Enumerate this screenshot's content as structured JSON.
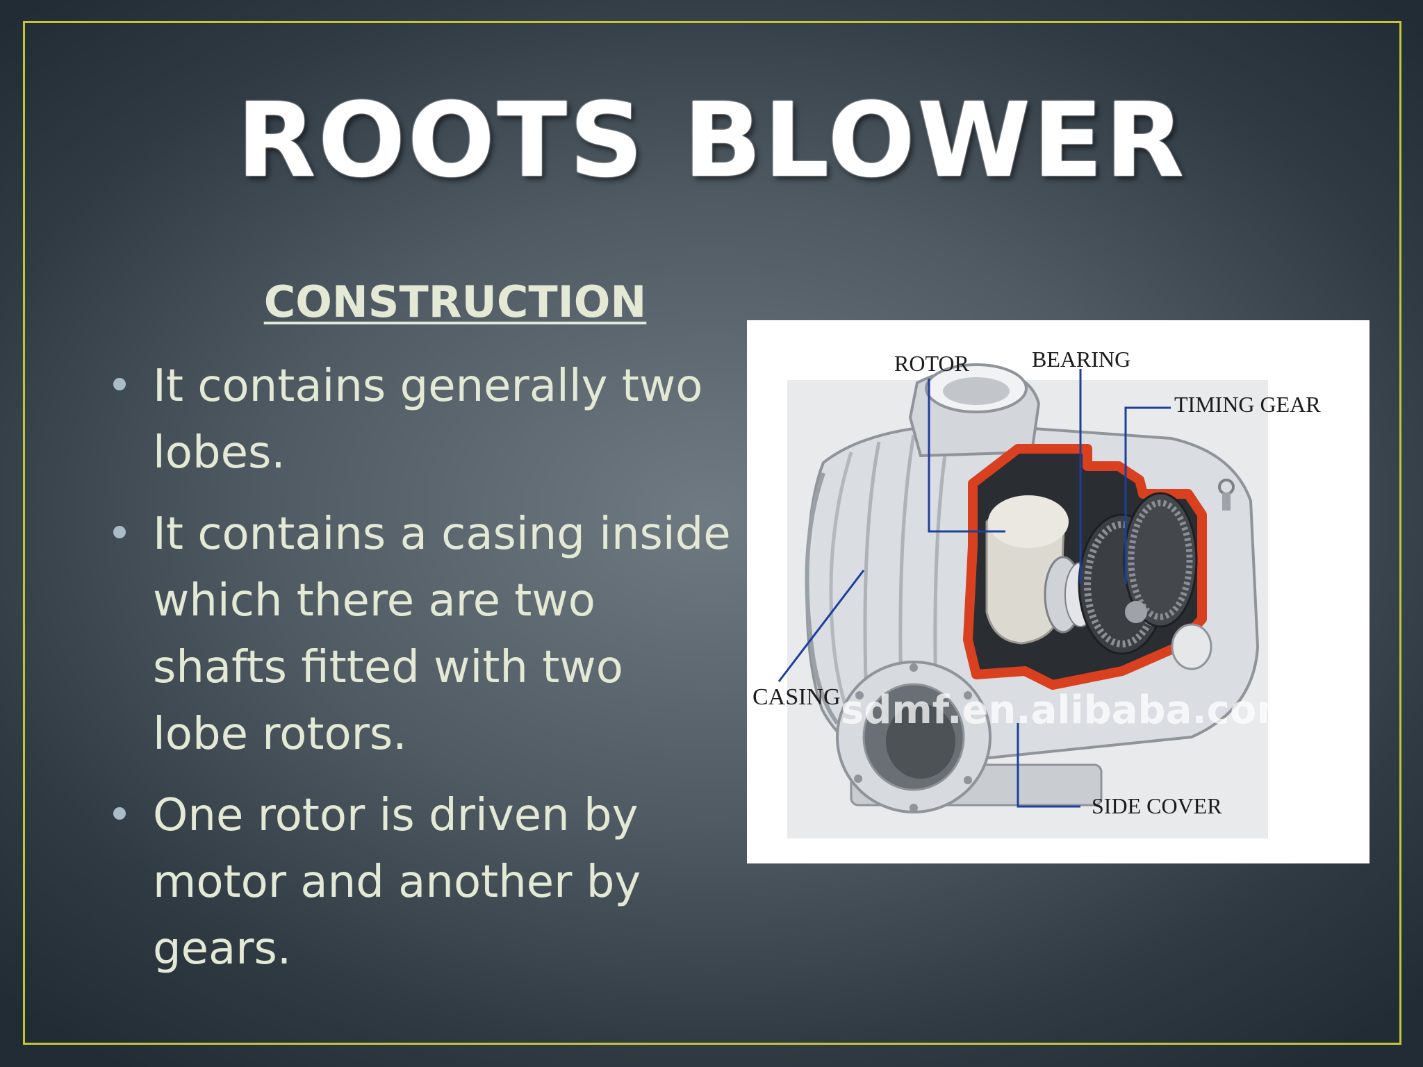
{
  "slide": {
    "title": "ROOTS BLOWER",
    "section_heading": "CONSTRUCTION",
    "bullets": [
      "It contains generally two\nlobes.",
      "It contains a casing inside\nwhich there are two\nshafts fitted with two\nlobe rotors.",
      "One rotor is driven by\nmotor and another by\ngears."
    ],
    "colors": {
      "border": "#c7c43a",
      "body_text": "#e3e9d4",
      "title": "#ffffff",
      "casing_cutaway": "#d8401f",
      "leader_lines": "#1d3f9c"
    }
  },
  "figure": {
    "labels": {
      "rotor": "ROTOR",
      "bearing": "BEARING",
      "timing_gear": "TIMING GEAR",
      "casing": "CASING",
      "side_cover": "SIDE COVER"
    },
    "watermark": "sdmf.en.alibaba.com"
  }
}
